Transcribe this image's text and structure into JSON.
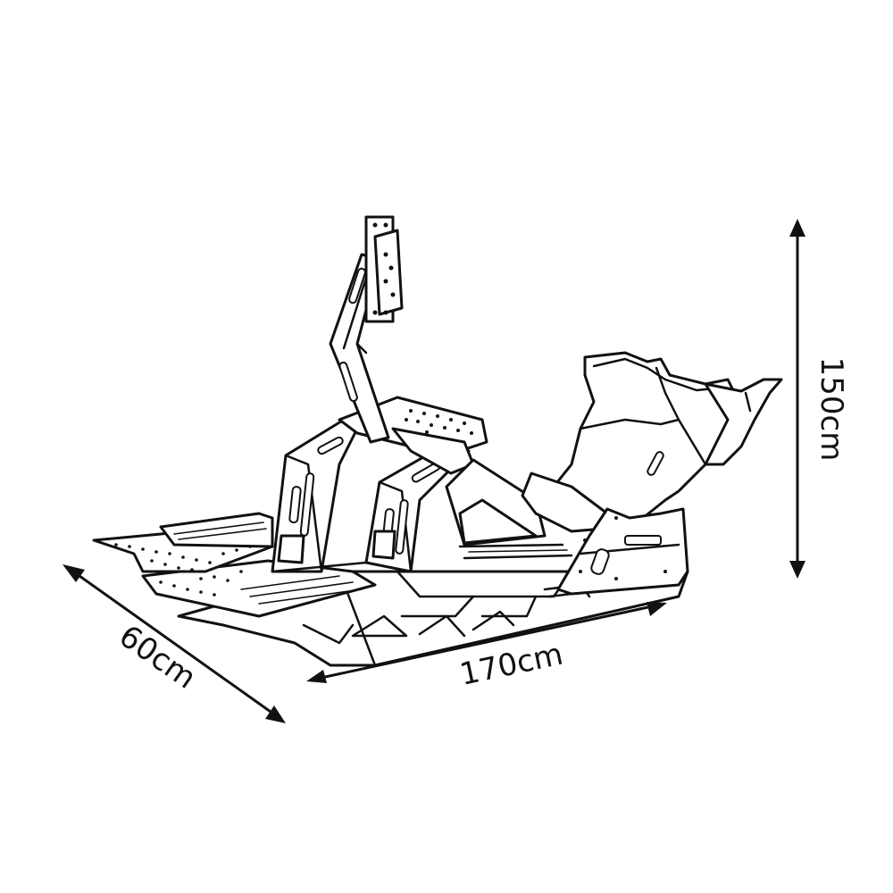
{
  "figure": {
    "subject": "sim racing cockpit",
    "badge_text": "",
    "dimensions": {
      "depth": "60cm",
      "length": "170cm",
      "height": "150cm"
    }
  },
  "colors": {
    "line": "#111111",
    "background": "#ffffff"
  }
}
